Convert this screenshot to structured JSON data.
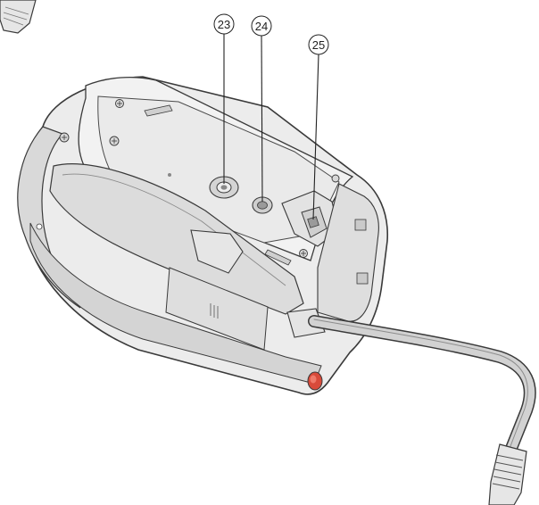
{
  "callouts": [
    {
      "number": "23",
      "label": "㉓"
    },
    {
      "number": "24",
      "label": "㉔"
    },
    {
      "number": "25",
      "label": "㉕"
    }
  ],
  "colors": {
    "body_light": "#ececec",
    "body_mid": "#d9d9d9",
    "body_dark": "#b8b8b8",
    "outline": "#3a3a3a",
    "accent_red": "#d84a3a",
    "cable": "#d2d2d2"
  }
}
